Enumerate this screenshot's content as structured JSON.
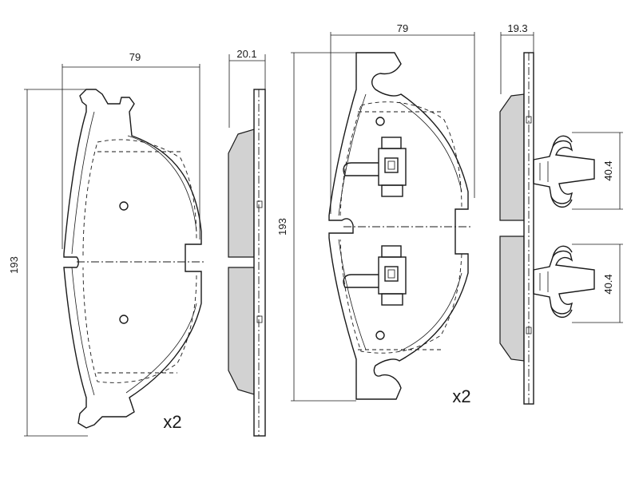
{
  "pad_left": {
    "width_label": "79",
    "height_label": "193",
    "quantity_label": "x2"
  },
  "pad_left_side": {
    "thickness_label": "20.1"
  },
  "pad_right": {
    "width_label": "79",
    "height_label": "193",
    "quantity_label": "x2"
  },
  "pad_right_side": {
    "thickness_label": "19.3",
    "clip_upper_label": "40.4",
    "clip_lower_label": "40.4"
  }
}
